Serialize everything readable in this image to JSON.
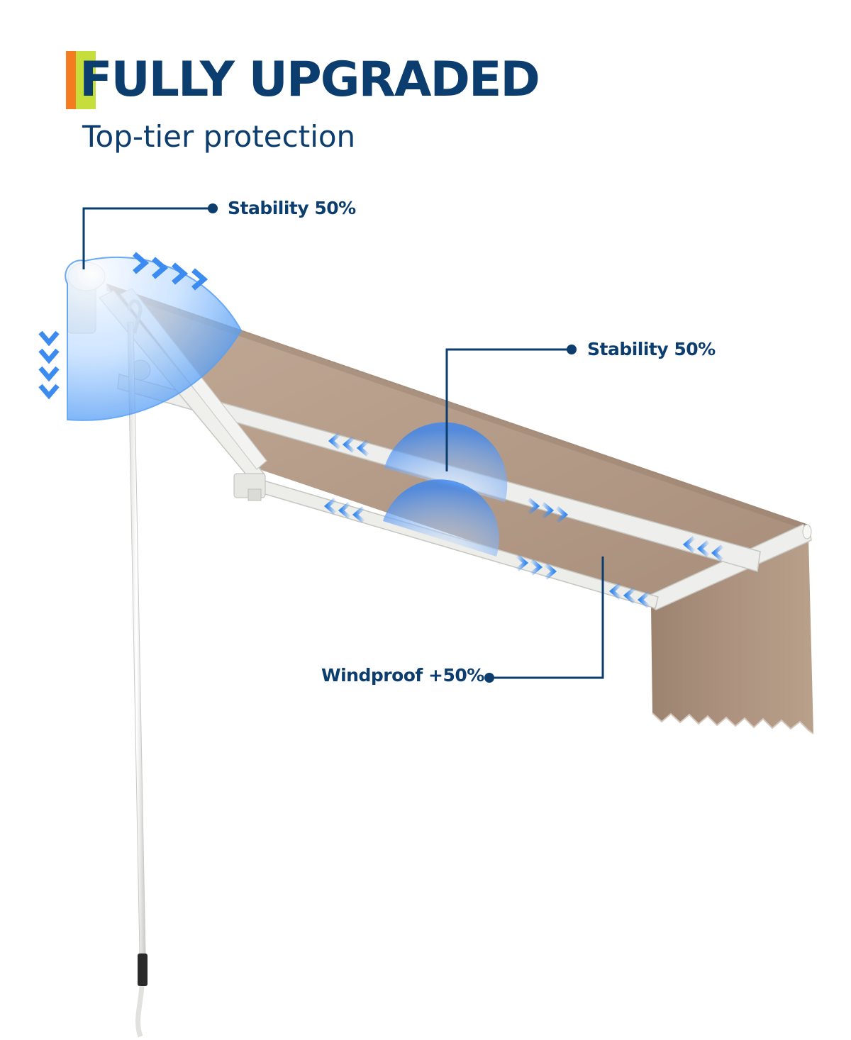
{
  "header": {
    "title": "FULLY UPGRADED",
    "subtitle": "Top-tier protection"
  },
  "callouts": [
    {
      "label": "Stability 50%"
    },
    {
      "label": "Stability 50%"
    },
    {
      "label": "Windproof +50%"
    }
  ],
  "colors": {
    "brand_navy": "#0B3D6E",
    "accent_orange": "#F47B20",
    "accent_lime": "#C6DE3B",
    "arrow_blue": "#3B8BF0",
    "canopy_tan": "#B49B87",
    "frame_white": "#EEEEEC"
  },
  "icons": {
    "arrows": "chevron-arrow-icon",
    "callout_dot": "callout-dot-icon"
  }
}
